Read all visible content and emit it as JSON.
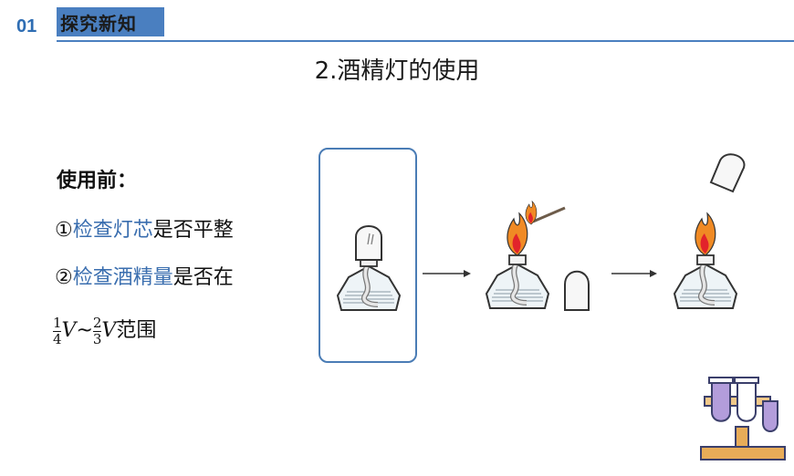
{
  "section": {
    "number": "01",
    "title": "探究新知"
  },
  "page_title": "2.酒精灯的使用",
  "content": {
    "heading": "使用前：",
    "item1": {
      "marker": "①",
      "highlight": "检查灯芯",
      "rest": "是否平整"
    },
    "item2": {
      "marker": "②",
      "highlight": "检查酒精量",
      "rest": "是否在"
    },
    "range": {
      "frac1": {
        "num": "1",
        "den": "4"
      },
      "var1": "V",
      "tilde": "~",
      "frac2": {
        "num": "2",
        "den": "3"
      },
      "var2": "V",
      "suffix": "范围"
    }
  },
  "colors": {
    "accent_blue": "#4a7fc0",
    "highlight_text": "#3a6eaf",
    "flame_orange": "#f08a24",
    "lab_icon_purple": "#8a74b8"
  }
}
